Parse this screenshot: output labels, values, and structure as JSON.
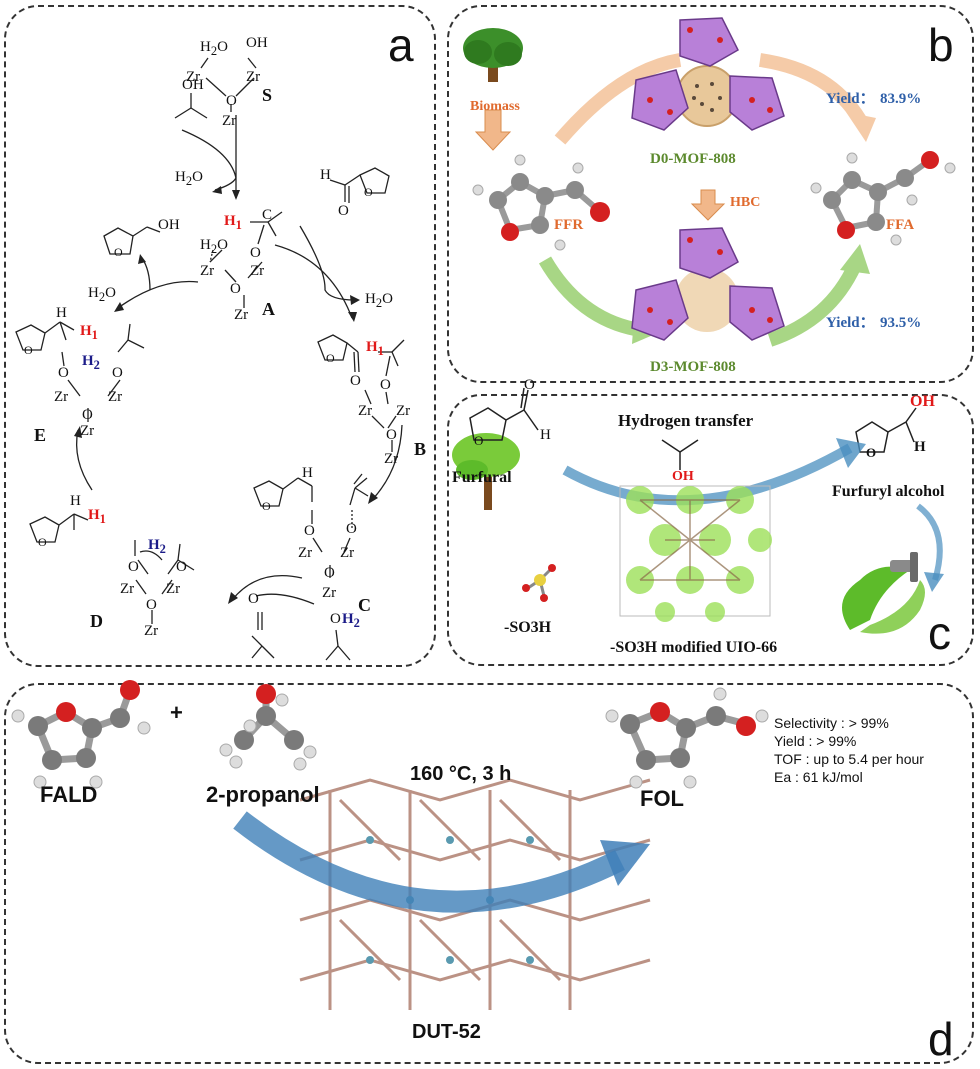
{
  "panel_a": {
    "label": "a",
    "species": {
      "S": "S",
      "A": "A",
      "B": "B",
      "C": "C",
      "D": "D",
      "E": "E"
    },
    "zr": "Zr",
    "o": "O",
    "oh": "OH",
    "h2o": "H2O",
    "h": "H",
    "h1": "H1",
    "h2": "H2",
    "c": "C"
  },
  "panel_b": {
    "label": "b",
    "biomass": "Biomass",
    "ffr": "FFR",
    "ffa": "FFA",
    "d0": "D0-MOF-808",
    "d3": "D3-MOF-808",
    "hbc": "HBC",
    "yield_label": "Yield：",
    "yield_top": "83.9%",
    "yield_bottom": "93.5%"
  },
  "panel_c": {
    "label": "c",
    "furfural": "Furfural",
    "hydrogen_transfer": "Hydrogen transfer",
    "furfuryl_alcohol": "Furfuryl alcohol",
    "so3h": "-SO3H",
    "uio": "-SO3H modified UIO-66",
    "o": "O",
    "h": "H",
    "oh": "OH"
  },
  "panel_d": {
    "label": "d",
    "fald": "FALD",
    "plus": "+",
    "propanol": "2-propanol",
    "conditions": "160 °C, 3 h",
    "fol": "FOL",
    "dut": "DUT-52",
    "stats": [
      "Selectivity : > 99%",
      "Yield : > 99%",
      "TOF : up to 5.4 per hour",
      "Ea : 61 kJ/mol"
    ]
  },
  "colors": {
    "red_atom": "#d42020",
    "grey_atom": "#8a8a8a",
    "mof_purple": "#b880d8",
    "sphere": "#e8c89a",
    "leaf_green": "#5dbb2a",
    "arrow_blue": "#3f7fb8",
    "arrow_orange": "#f5c7a0",
    "arrow_green": "#9ed07a"
  }
}
